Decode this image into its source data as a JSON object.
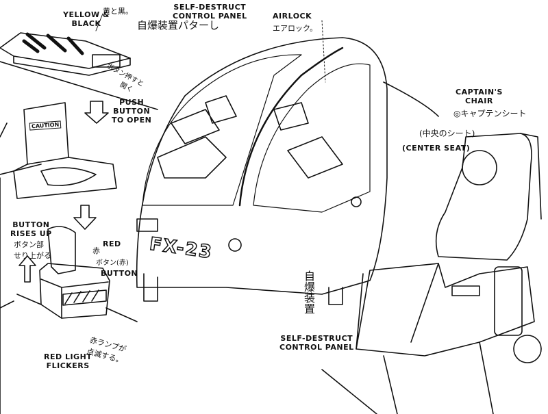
{
  "labels": {
    "yellow_black": [
      "YELLOW &",
      "BLACK"
    ],
    "yellow_black_jp": "黄と黒。",
    "self_destruct_top": [
      "SELF-DESTRUCT",
      "CONTROL PANEL"
    ],
    "self_destruct_top_jp": "自爆装置パターし",
    "airlock": "AIRLOCK",
    "airlock_jp": "エアロック。",
    "push_open_jp": [
      "ボタン押すと",
      "開く"
    ],
    "push_button": [
      "PUSH",
      "BUTTON",
      "TO OPEN"
    ],
    "caution": "CAUTION",
    "captains_chair": [
      "CAPTAIN'S",
      "CHAIR"
    ],
    "captains_chair_jp": "◎キャプテンシート",
    "center_seat_jp": "(中央のシート)",
    "center_seat": "(CENTER SEAT)",
    "button_rises": [
      "BUTTON",
      "RISES UP"
    ],
    "button_rises_jp": [
      "ボタン部",
      "せり上がる"
    ],
    "red": "RED",
    "red_jp": "赤",
    "red_button_jp": "ボタン(赤)",
    "button": "BUTTON",
    "red_light": [
      "RED LIGHT",
      "FLICKERS"
    ],
    "red_light_jp": [
      "赤ランプが",
      "点滅する。"
    ],
    "hull_code": "FX-23",
    "self_destruct_vertical_jp": "自爆装置",
    "self_destruct_bottom": [
      "SELF-DESTRUCT",
      "CONTROL PANEL"
    ]
  }
}
